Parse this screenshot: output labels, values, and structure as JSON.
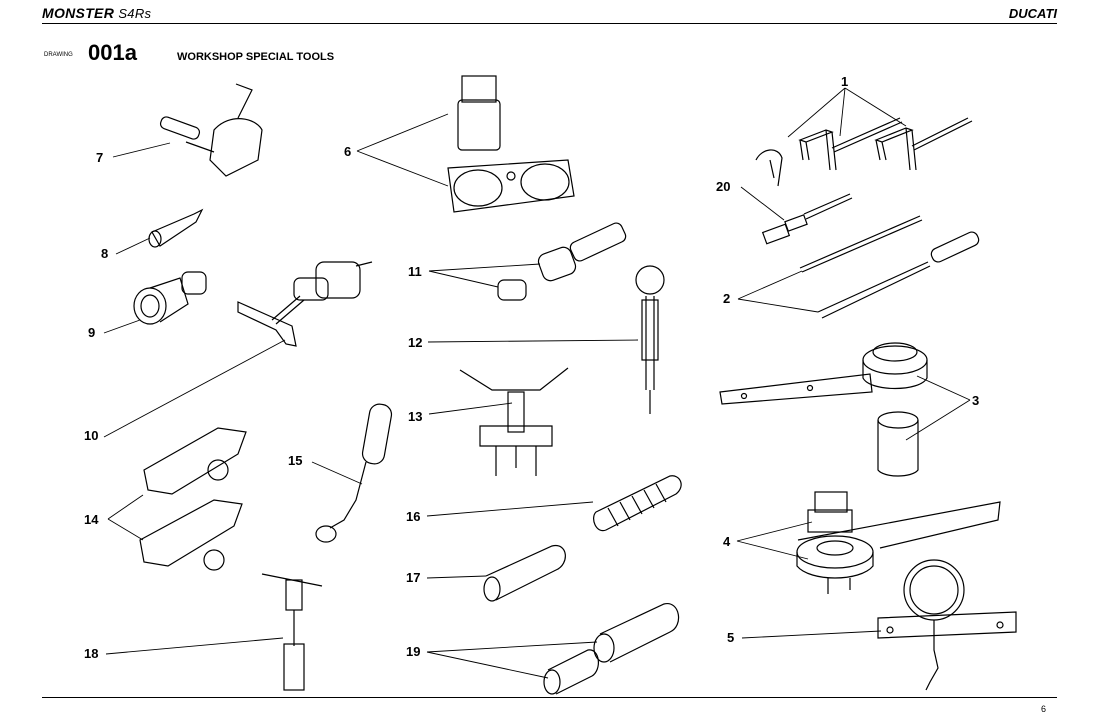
{
  "header": {
    "model_bold": "MONSTER",
    "model_light": "S4Rs",
    "brand": "DUCATI"
  },
  "drawing": {
    "label": "DRAWING",
    "number": "001a",
    "title": "WORKSHOP SPECIAL TOOLS"
  },
  "page_number": "6",
  "callouts": {
    "c1": "1",
    "c2": "2",
    "c3": "3",
    "c4": "4",
    "c5": "5",
    "c6": "6",
    "c7": "7",
    "c8": "8",
    "c9": "9",
    "c10": "10",
    "c11": "11",
    "c12": "12",
    "c13": "13",
    "c14": "14",
    "c15": "15",
    "c16": "16",
    "c17": "17",
    "c18": "18",
    "c19": "19",
    "c20": "20"
  }
}
